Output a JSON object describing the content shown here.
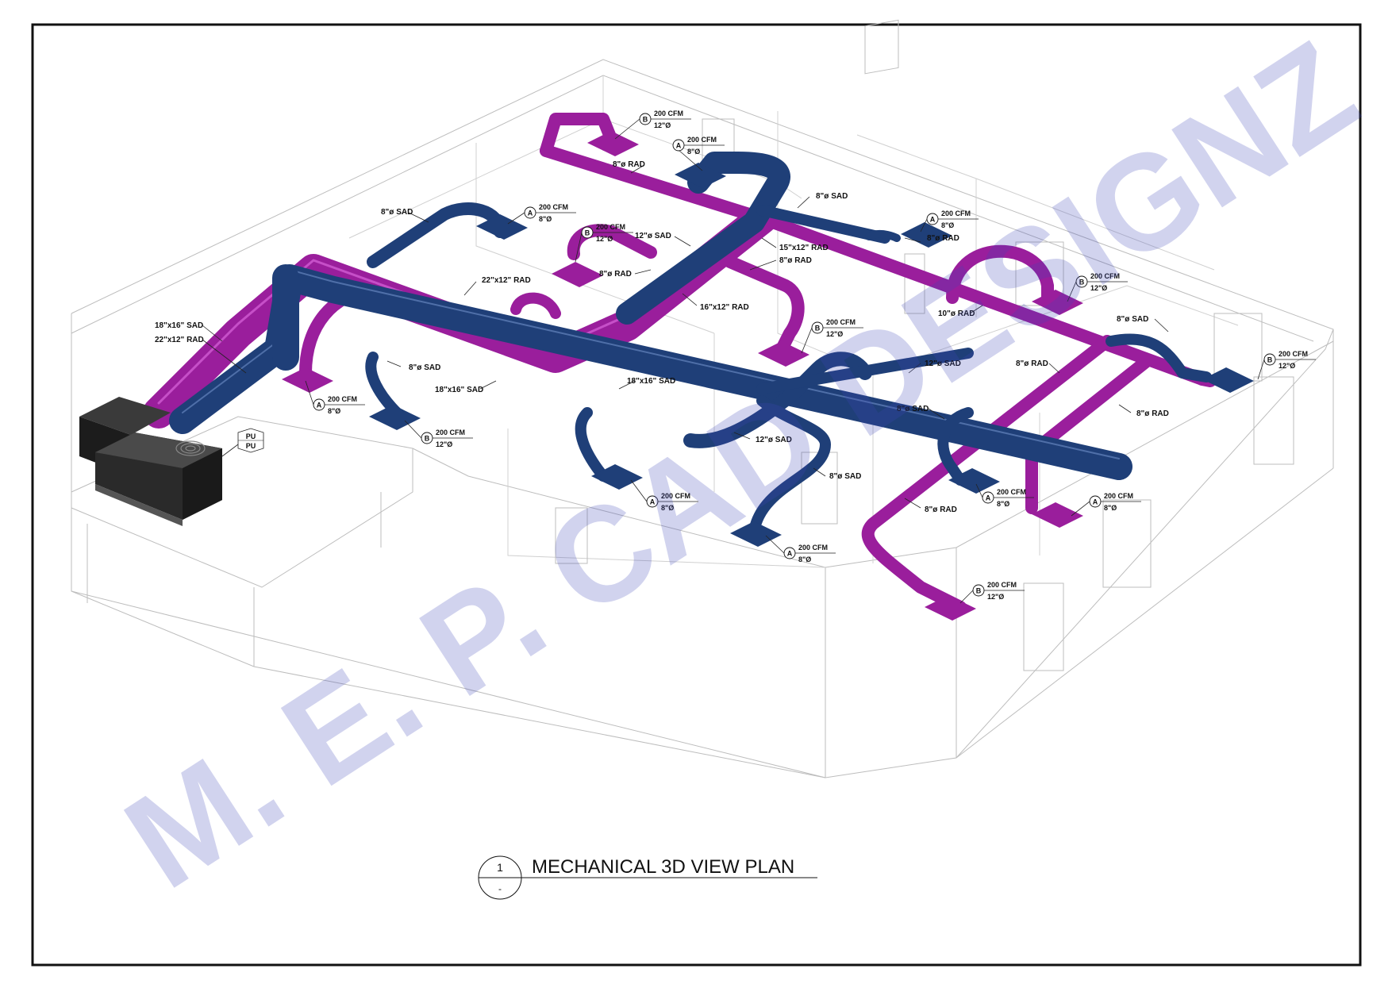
{
  "drawing": {
    "view_number": "1",
    "sheet_ref": "-",
    "title": "MECHANICAL 3D VIEW PLAN",
    "watermark": "M. E. P. CAD DESIGNZ",
    "unit_tag": [
      "PU",
      "PU"
    ]
  },
  "colors": {
    "supply_duct": "#1f3f78",
    "return_duct": "#9a1e9c",
    "building_lines": "#bdbdbd",
    "watermark": "#3f45b8",
    "unit": "#1c1c1c"
  },
  "duct_labels": [
    "8\"ø RAD",
    "8\"ø SAD",
    "8\"ø SAD",
    "12\"ø SAD",
    "15\"x12\" RAD",
    "8\"ø RAD",
    "8\"ø RAD",
    "22\"x12\" RAD",
    "16\"x12\" RAD",
    "18\"x16\" SAD",
    "22\"x12\" RAD",
    "8\"ø SAD",
    "18\"x16\" SAD",
    "18\"x16\" SAD",
    "8\"ø RAD",
    "10\"ø RAD",
    "8\"ø SAD",
    "12\"ø SAD",
    "8\"ø RAD",
    "8\"ø RAD",
    "8\"ø SAD",
    "12\"ø SAD",
    "8\"ø SAD",
    "8\"ø RAD"
  ],
  "diffuser_tags": [
    {
      "type": "B",
      "cfm": "200 CFM",
      "size": "12\"Ø"
    },
    {
      "type": "A",
      "cfm": "200 CFM",
      "size": "8\"Ø"
    },
    {
      "type": "A",
      "cfm": "200 CFM",
      "size": "8\"Ø"
    },
    {
      "type": "B",
      "cfm": "200 CFM",
      "size": "12\"Ø"
    },
    {
      "type": "A",
      "cfm": "200 CFM",
      "size": "8\"Ø"
    },
    {
      "type": "B",
      "cfm": "200 CFM",
      "size": "12\"Ø"
    },
    {
      "type": "B",
      "cfm": "200 CFM",
      "size": "12\"Ø"
    },
    {
      "type": "A",
      "cfm": "200 CFM",
      "size": "8\"Ø"
    },
    {
      "type": "B",
      "cfm": "200 CFM",
      "size": "12\"Ø"
    },
    {
      "type": "A",
      "cfm": "200 CFM",
      "size": "8\"Ø"
    },
    {
      "type": "A",
      "cfm": "200 CFM",
      "size": "8\"Ø"
    },
    {
      "type": "A",
      "cfm": "200 CFM",
      "size": "8\"Ø"
    },
    {
      "type": "A",
      "cfm": "200 CFM",
      "size": "8\"Ø"
    },
    {
      "type": "B",
      "cfm": "200 CFM",
      "size": "12\"Ø"
    },
    {
      "type": "B",
      "cfm": "200 CFM",
      "size": "12\"Ø"
    }
  ]
}
